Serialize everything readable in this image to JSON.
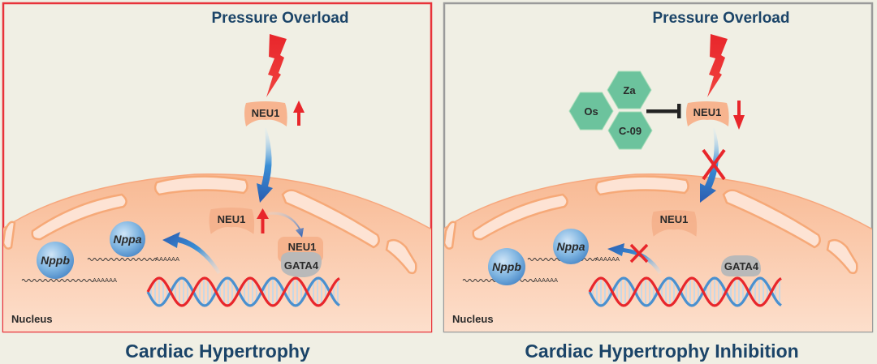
{
  "panels": [
    {
      "id": "left",
      "border_color": "#e8333a",
      "top_label": "Pressure Overload",
      "cytoplasm_neu1": "NEU1",
      "cytoplasm_neu1_change": "up",
      "nuclear_neu1": "NEU1",
      "nuclear_neu1_change": "up",
      "complex_neu1": "NEU1",
      "gata4": "GATA4",
      "nppa": "Nppa",
      "nppb": "Nppb",
      "poly_a": "AAAAAA",
      "nucleus_label": "Nucleus",
      "caption": "Cardiac Hypertrophy"
    },
    {
      "id": "right",
      "border_color": "#9a9a9a",
      "top_label": "Pressure Overload",
      "inhibitors": [
        "Za",
        "Os",
        "C-09"
      ],
      "cytoplasm_neu1": "NEU1",
      "cytoplasm_neu1_change": "down",
      "nuclear_neu1": "NEU1",
      "gata4": "GATA4",
      "nppa": "Nppa",
      "nppb": "Nppb",
      "poly_a": "AAAAAA",
      "nucleus_label": "Nucleus",
      "caption": "Cardiac Hypertrophy Inhibition"
    }
  ],
  "colors": {
    "title": "#1b4468",
    "neu1": "#f7b48f",
    "nucleus": "#f9c4a2",
    "inhibitor": "#6cc39d",
    "up_down_arrow": "#e8262b",
    "block_x": "#e8262b",
    "gata4": "#b9b9b9",
    "mrna_ball": "#5b9bd5"
  }
}
